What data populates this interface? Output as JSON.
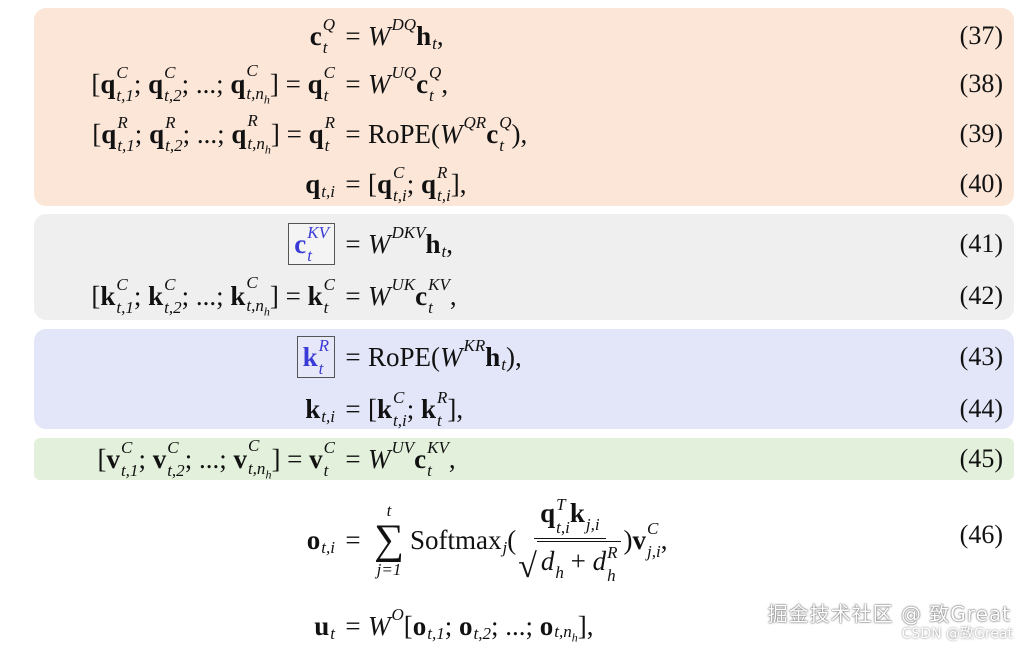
{
  "equations": [
    {
      "number": "(37)"
    },
    {
      "number": "(38)"
    },
    {
      "number": "(39)"
    },
    {
      "number": "(40)"
    },
    {
      "number": "(41)"
    },
    {
      "number": "(42)"
    },
    {
      "number": "(43)"
    },
    {
      "number": "(44)"
    },
    {
      "number": "(45)"
    },
    {
      "number": "(46)"
    }
  ],
  "tokens": {
    "rope": "RoPE",
    "softmax": "Softmax"
  },
  "band_colors": {
    "query": "#fbe6d8",
    "kv": "#efefef",
    "rope_key": "#e3e6f8",
    "value": "#e3f1dc",
    "highlight_text": "#3a3ad6"
  },
  "watermark": {
    "line1": "掘金技术社区 @ 致Great",
    "line2": "CSDN @致Great"
  }
}
